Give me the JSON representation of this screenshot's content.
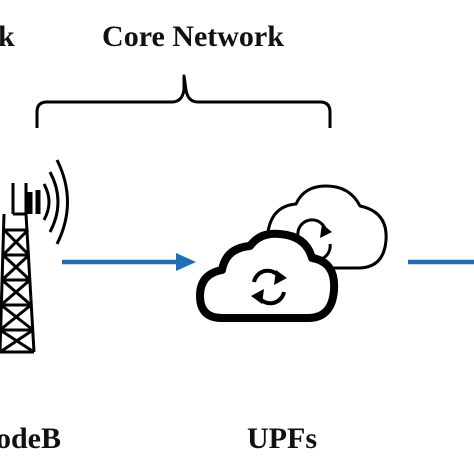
{
  "labels": {
    "left_partial_top": "k",
    "core_network": "Core Network",
    "left_partial_bottom": "odeB",
    "upfs": "UPFs"
  },
  "icons": {
    "tower": "cell-tower-icon",
    "front_cloud": "cloud-sync-icon",
    "back_cloud": "cloud-sync-icon",
    "arrow_left": "right-arrow-icon",
    "arrow_right": "right-arrow-icon",
    "brace": "curly-brace-icon"
  },
  "colors": {
    "arrow": "#1f6fb2",
    "stroke": "#000000",
    "text": "#111111"
  }
}
